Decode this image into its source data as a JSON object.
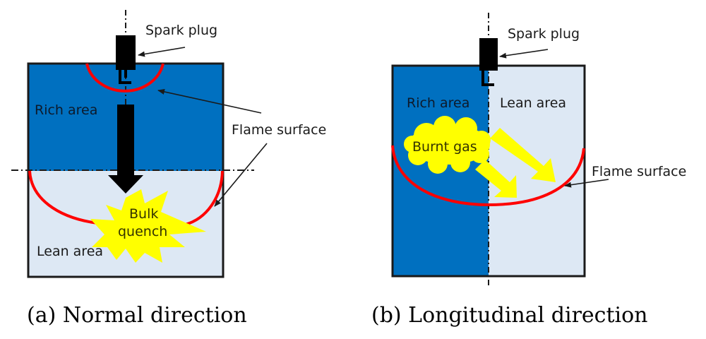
{
  "colors": {
    "rich": "#0070c0",
    "lean": "#dde8f4",
    "flame": "#ff0000",
    "highlight": "#ffff00",
    "outline": "#1a1a1a"
  },
  "panel_a": {
    "spark_plug_label": "Spark plug",
    "rich_label": "Rich area",
    "lean_label": "Lean area",
    "flame_label": "Flame surface",
    "quench_line1": "Bulk",
    "quench_line2": "quench",
    "caption": "(a)  Normal direction"
  },
  "panel_b": {
    "spark_plug_label": "Spark plug",
    "rich_label": "Rich area",
    "lean_label": "Lean area",
    "burnt_gas_label": "Burnt gas",
    "flame_label": "Flame surface",
    "caption": "(b)  Longitudinal direction"
  }
}
